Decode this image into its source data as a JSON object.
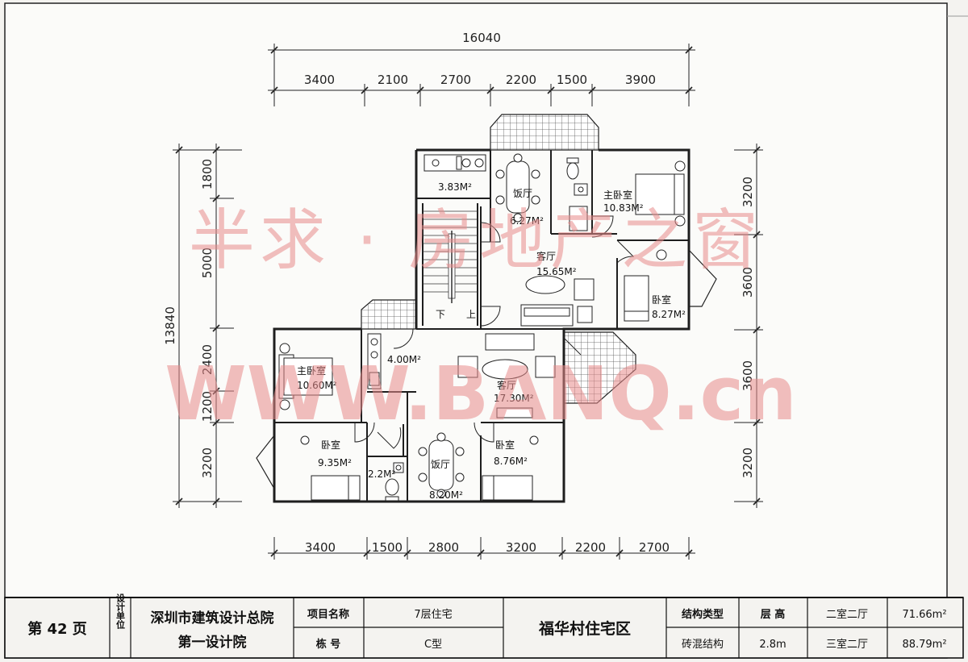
{
  "dimensions": {
    "total_width": "16040",
    "top_segments": [
      "3400",
      "2100",
      "2700",
      "2200",
      "1500",
      "3900"
    ],
    "bottom_segments": [
      "3400",
      "1500",
      "2800",
      "3200",
      "2200",
      "2700"
    ],
    "total_height": "13840",
    "left_segments": [
      "1800",
      "5000",
      "2400",
      "1200",
      "3200"
    ],
    "right_segments": [
      "3200",
      "3600",
      "3600",
      "3200"
    ]
  },
  "rooms": {
    "kitchen_top": "3.83M²",
    "dining_top": "饭厅",
    "dining_top_area": "6.27M²",
    "master_top": "主卧室",
    "master_top_area": "10.83M²",
    "living_top": "客厅",
    "living_top_area": "15.65M²",
    "bedroom_right": "卧室",
    "bedroom_right_area": "8.27M²",
    "stair_down": "下",
    "stair_up": "上",
    "master_left": "主卧室",
    "master_left_area": "10.60M²",
    "kitchen_mid": "4.00M²",
    "living_bottom": "客厅",
    "living_bottom_area": "17.30M²",
    "bedroom_left": "卧室",
    "bedroom_left_area": "9.35M²",
    "bath_bottom_area": "2.2M²",
    "dining_bottom": "饭厅",
    "dining_bottom_area": "8.20M²",
    "bedroom_mid": "卧室",
    "bedroom_mid_area": "8.76M²"
  },
  "watermarks": {
    "line1": "半求 · 房地产之窗",
    "line2": "WWW.BANQ.cn"
  },
  "title_block": {
    "page": "第 42 页",
    "design_unit_label": "设计单位",
    "design_unit_line1": "深圳市建筑设计总院",
    "design_unit_line2": "第一设计院",
    "project_name_label": "项目名称",
    "project_name": "7层住宅",
    "building_no_label": "栋 号",
    "building_no": "C型",
    "district": "福华村住宅区",
    "structure_label": "结构类型",
    "structure": "砖混结构",
    "floor_height_label": "层 高",
    "floor_height": "2.8m",
    "unit1_type": "二室二厅",
    "unit1_area": "71.66m²",
    "unit2_type": "三室二厅",
    "unit2_area": "88.79m²"
  },
  "colors": {
    "line": "#1e1e1e",
    "watermark": "#e88b8b",
    "paper": "#f4f3f0"
  }
}
